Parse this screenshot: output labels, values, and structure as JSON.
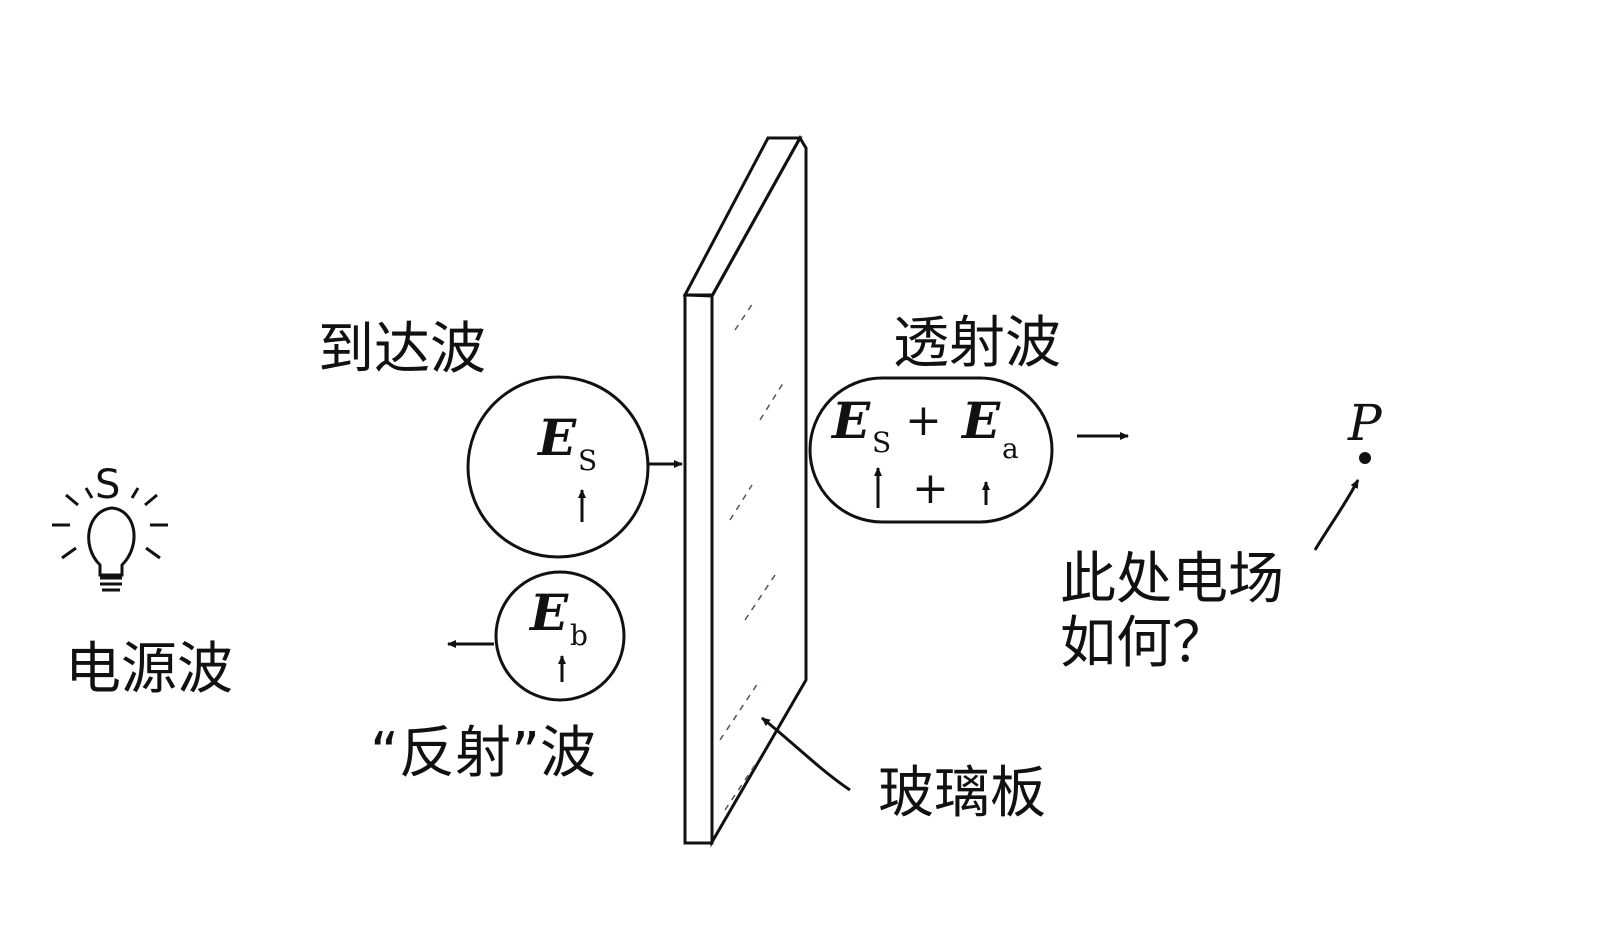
{
  "labels": {
    "source": "S",
    "source_wave": "电源波",
    "arriving_wave": "到达波",
    "transmitted_wave": "透射波",
    "reflected_wave": "“反射”波",
    "glass_plate": "玻璃板",
    "question_line1": "此处电场",
    "question_line2": "如何？",
    "point": "P"
  },
  "fields": {
    "E": "E",
    "sub_s": "S",
    "sub_a": "a",
    "sub_b": "b",
    "plus": "+"
  }
}
